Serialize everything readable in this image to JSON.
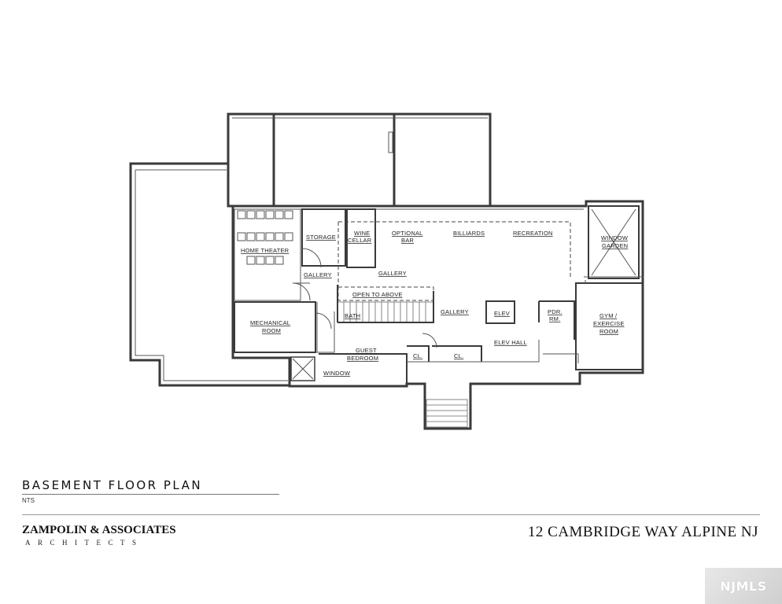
{
  "plan": {
    "rooms": {
      "home_theater": "HOME THEATER",
      "storage": "STORAGE",
      "wine": "WINE",
      "cellar": "CELLAR",
      "optional": "OPTIONAL",
      "bar": "BAR",
      "billiards": "BILLIARDS",
      "recreation": "RECREATION",
      "window_garden_1": "WINDOW",
      "window_garden_2": "GARDEN",
      "gallery_1": "GALLERY",
      "gallery_2": "GALLERY",
      "gallery_3": "GALLERY",
      "open_to_above": "OPEN TO ABOVE",
      "mechanical": "MECHANICAL",
      "room": "ROOM",
      "bath": "BATH",
      "elev": "ELEV",
      "pdr": "PDR.",
      "rm": "RM.",
      "gym_1": "GYM /",
      "gym_2": "EXERCISE",
      "gym_3": "ROOM",
      "elev_hall": "ELEV HALL",
      "guest": "GUEST",
      "bedroom": "BEDROOM",
      "cl_1": "CL.",
      "cl_2": "CL.",
      "window": "WINDOW"
    }
  },
  "title_block": {
    "plan_title": "BASEMENT FLOOR PLAN",
    "scale": "NTS",
    "firm_name": "ZAMPOLIN & ASSOCIATES",
    "firm_sub": "ARCHITECTS",
    "address": "12 CAMBRIDGE WAY ALPINE NJ"
  },
  "watermark": "NJMLS"
}
